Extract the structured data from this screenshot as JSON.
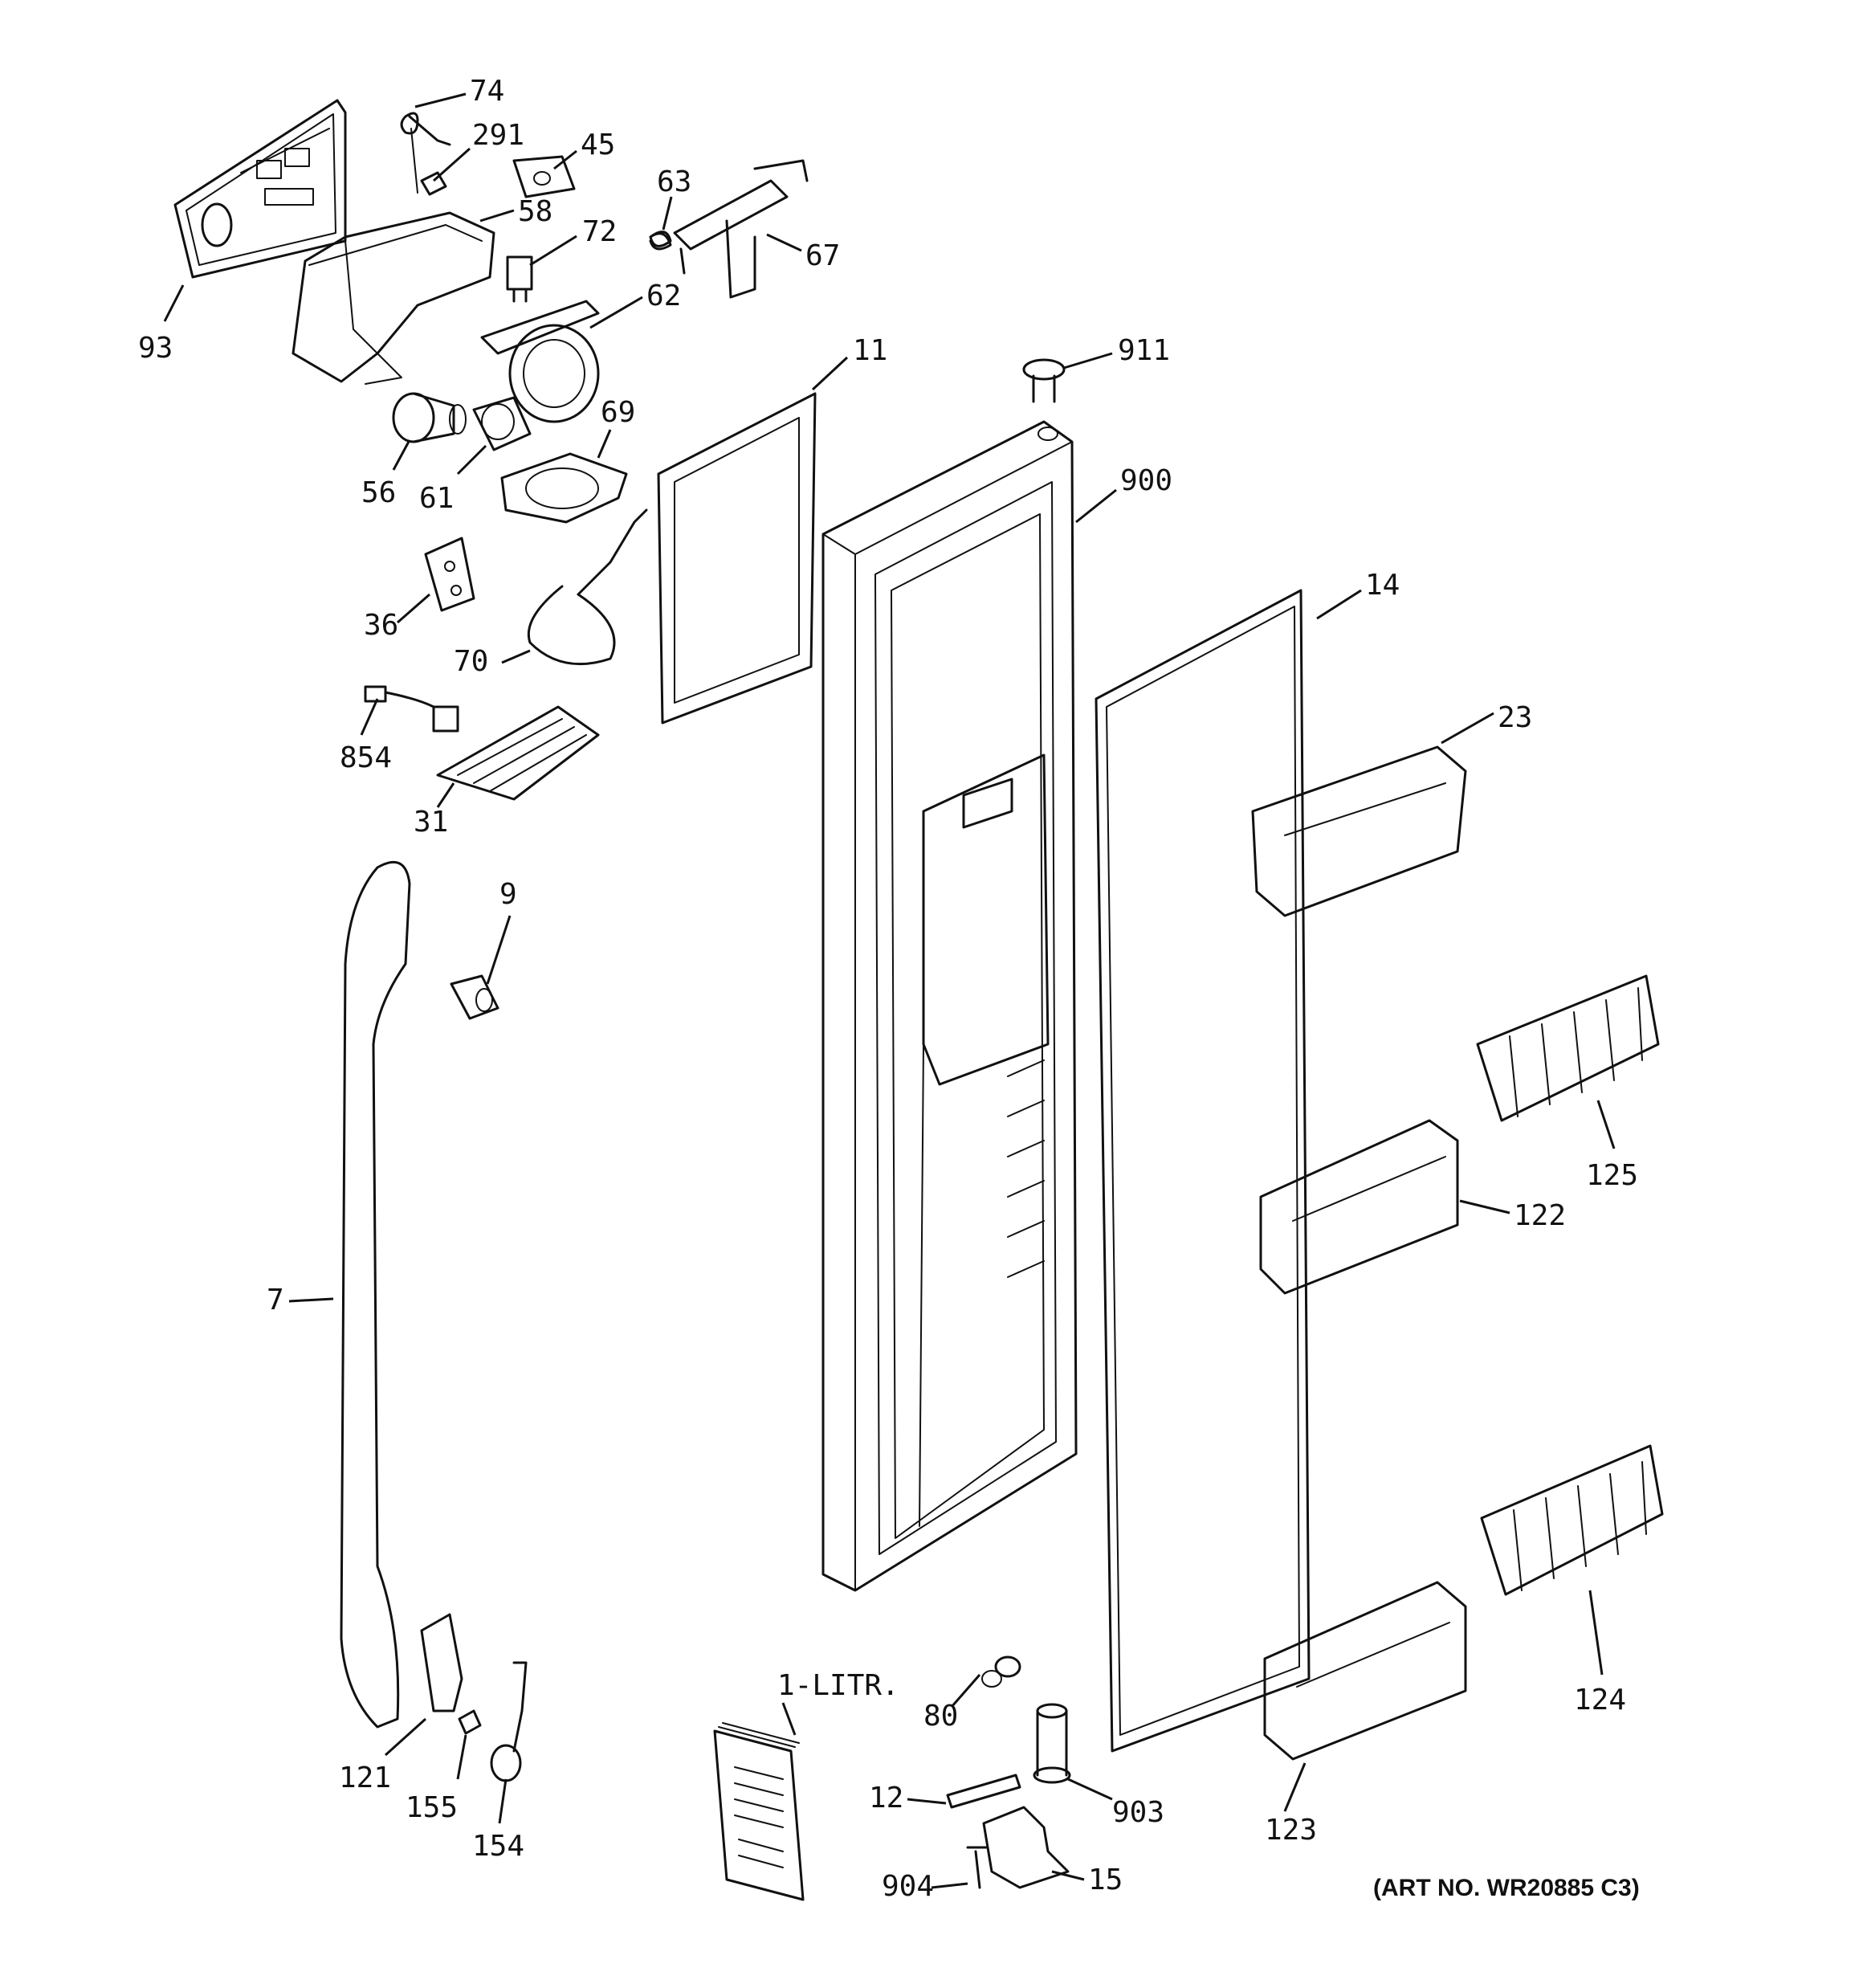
{
  "callouts": {
    "c74": "74",
    "c291": "291",
    "c45": "45",
    "c63": "63",
    "c58": "58",
    "c72": "72",
    "c67": "67",
    "c62": "62",
    "c93": "93",
    "c11": "11",
    "c911": "911",
    "c69": "69",
    "c56": "56",
    "c61": "61",
    "c900": "900",
    "c36": "36",
    "c14": "14",
    "c70": "70",
    "c23": "23",
    "c854": "854",
    "c31": "31",
    "c9": "9",
    "c125": "125",
    "c122": "122",
    "c7": "7",
    "c1litr": "1-LITR.",
    "c80": "80",
    "c124": "124",
    "c121": "121",
    "c12": "12",
    "c903": "903",
    "c155": "155",
    "c123": "123",
    "c154": "154",
    "c904": "904",
    "c15": "15"
  },
  "art_number": "(ART NO. WR20885 C3)"
}
